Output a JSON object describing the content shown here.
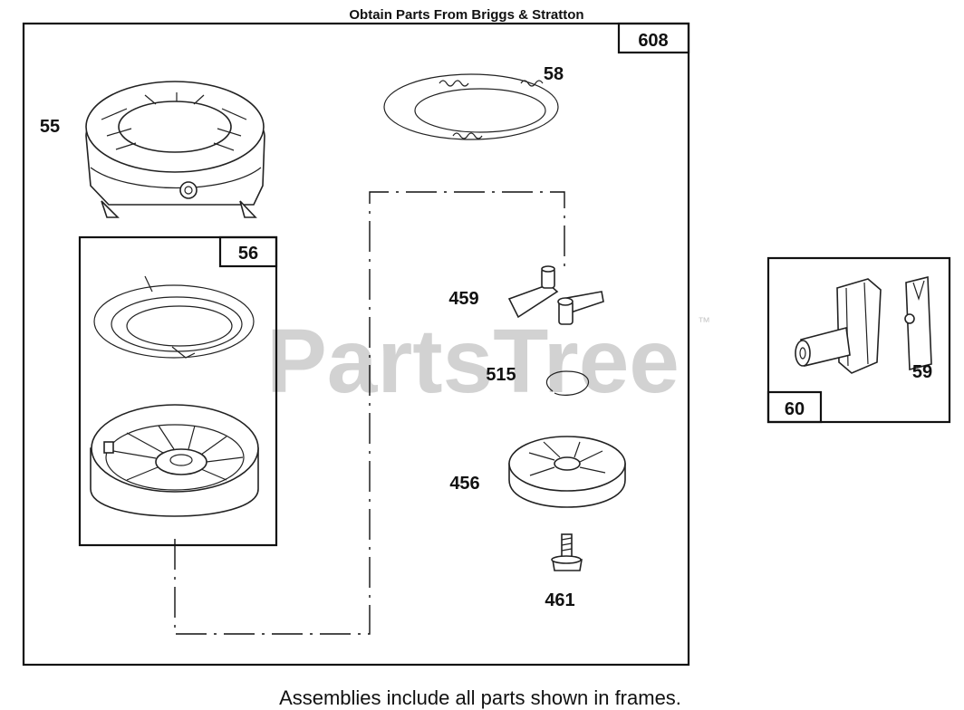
{
  "header": {
    "title": "Obtain Parts From Briggs & Stratton"
  },
  "watermark": {
    "text": "PartsTree",
    "trademark": "™"
  },
  "frames": {
    "main_assembly": {
      "number": "608"
    },
    "rewind_assembly": {
      "number": "56"
    },
    "handle_assembly": {
      "number": "60"
    }
  },
  "parts": {
    "housing": {
      "number": "55"
    },
    "rope": {
      "number": "58"
    },
    "pawl": {
      "number": "459"
    },
    "retainer_ring": {
      "number": "515"
    },
    "cup": {
      "number": "456"
    },
    "screw": {
      "number": "461"
    },
    "handle_insert": {
      "number": "59"
    }
  },
  "footer": {
    "note": "Assemblies include all parts shown in frames."
  },
  "colors": {
    "line": "#111111",
    "watermark": "#d2d2d2",
    "background": "#ffffff"
  }
}
